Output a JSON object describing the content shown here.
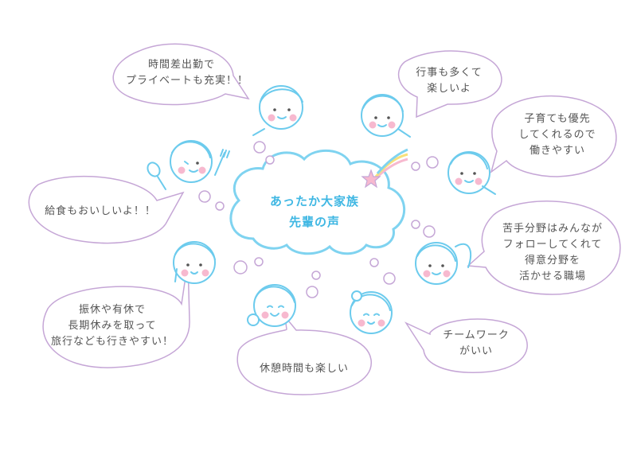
{
  "title": {
    "line1": "あったか大家族",
    "line2": "先輩の声"
  },
  "voices": [
    {
      "lines": [
        "時間差出勤で",
        "プライベートも充実！！"
      ]
    },
    {
      "lines": [
        "行事も多くて",
        "楽しいよ"
      ]
    },
    {
      "lines": [
        "子育ても優先",
        "してくれるので",
        "働きやすい"
      ]
    },
    {
      "lines": [
        "給食もおいしいよ！！"
      ]
    },
    {
      "lines": [
        "苦手分野はみんなが",
        "フォローしてくれて",
        "得意分野を",
        "活かせる職場"
      ]
    },
    {
      "lines": [
        "振休や有休で",
        "長期休みを取って",
        "旅行なども行きやすい！"
      ]
    },
    {
      "lines": [
        "休憩時間も楽しい"
      ]
    },
    {
      "lines": [
        "チームワーク",
        "がいい"
      ]
    }
  ],
  "colors": {
    "cloud_stroke": "#7fd3f0",
    "bubble_stroke": "#c5a6d6",
    "face_stroke": "#6ccbed",
    "cheek": "#f7b9cf",
    "text": "#555555",
    "title": "#3fb7e3"
  },
  "icons": [
    "star-icon",
    "spoon-icon",
    "fork-icon"
  ]
}
